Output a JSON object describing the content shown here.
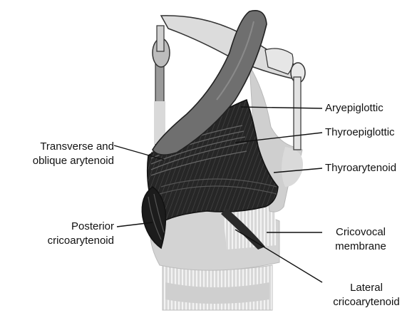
{
  "colors": {
    "background": "#ffffff",
    "cartilage_light": "#d2d2d2",
    "cartilage_mid": "#a8a8a8",
    "epiglottis_dark": "#6e6e6e",
    "muscle_dark": "#1f1f1f",
    "outline": "#111111",
    "leader_line": "#111111"
  },
  "labels": {
    "aryepiglottic": "Aryepiglottic",
    "thyroepiglottic": "Thyroepiglottic",
    "transverse_line1": "Transverse and",
    "transverse_line2": "oblique arytenoid",
    "thyroarytenoid": "Thyroarytenoid",
    "posterior_line1": "Posterior",
    "posterior_line2": "cricoarytenoid",
    "cricovocal_line1": "Cricovocal",
    "cricovocal_line2": "membrane",
    "lateral_line1": "Lateral",
    "lateral_line2": "cricoarytenoid"
  }
}
